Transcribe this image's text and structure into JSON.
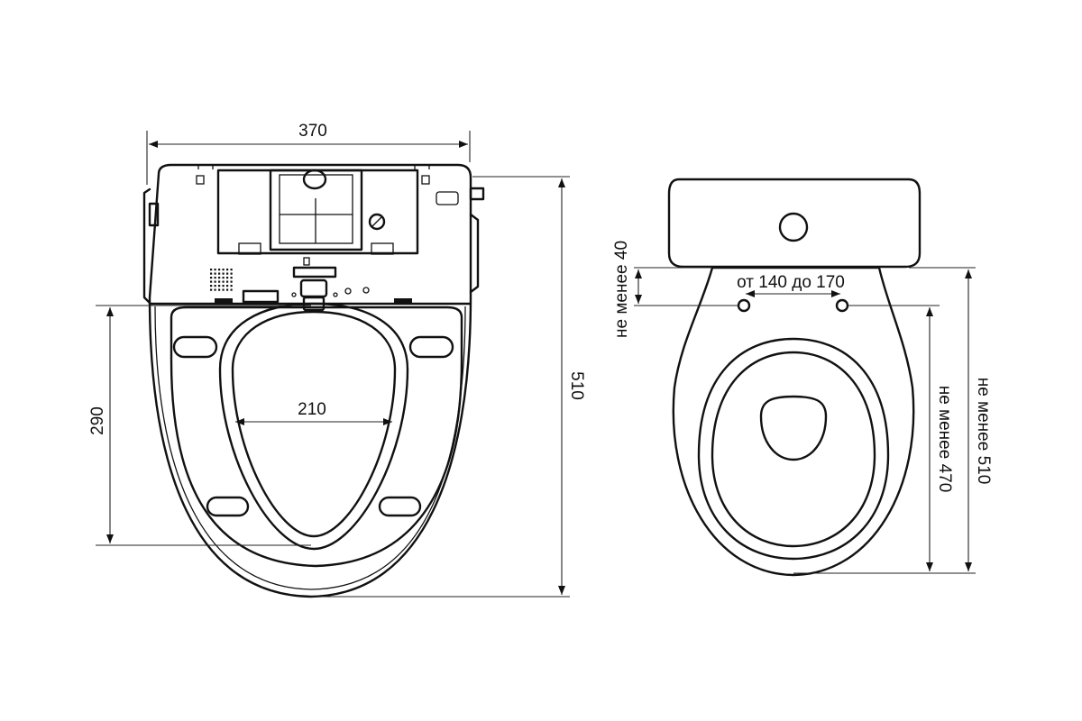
{
  "left_view": {
    "width_label": "370",
    "depth_label": "510",
    "seat_length_label": "290",
    "opening_width_label": "210"
  },
  "right_view": {
    "bolt_spacing_label": "от 140 до 170",
    "offset_label": "не менее 40",
    "min_length_label": "не менее 470",
    "min_total_label": "не менее 510"
  },
  "colors": {
    "line": "#111111",
    "background": "#ffffff"
  }
}
